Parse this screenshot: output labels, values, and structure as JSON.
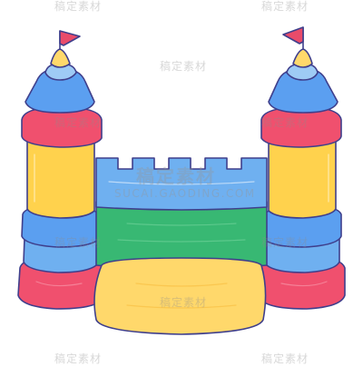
{
  "illustration": {
    "subject": "bouncy-castle",
    "colors": {
      "flag_red": "#e94b6a",
      "tower_cap_blue": "#5b9ff0",
      "tower_tip_yellow": "#ffd96b",
      "tower_red_band": "#f0506e",
      "tower_yellow_body": "#ffd24d",
      "wall_blue": "#6fb0f0",
      "wall_green": "#38b873",
      "cushion_yellow": "#ffd86b",
      "base_red": "#f0506e",
      "outline": "#3f3f8c"
    }
  },
  "watermark": {
    "brand": "稿定素材",
    "url": "SUCAI.GAODING.COM"
  }
}
